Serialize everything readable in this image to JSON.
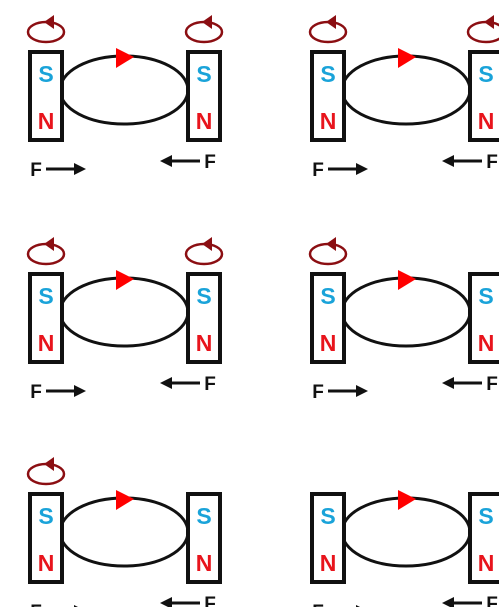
{
  "colors": {
    "line": "#111111",
    "south_pole": "#1aa3d9",
    "north_pole": "#e8141c",
    "rotation_arrow": "#8b0e12",
    "current_arrow": "#ff0000",
    "background": "#ffffff"
  },
  "labels": {
    "south": "S",
    "north": "N",
    "force": "F"
  },
  "icons": {
    "rotation": "curved-rotation-arrow",
    "current": "triangle-arrowhead",
    "force": "straight-arrow"
  },
  "panels": [
    {
      "rotation_left": true,
      "rotation_right": true
    },
    {
      "rotation_left": true,
      "rotation_right": true
    },
    {
      "rotation_left": true,
      "rotation_right": true
    },
    {
      "rotation_left": true,
      "rotation_right": false
    },
    {
      "rotation_left": true,
      "rotation_right": false
    },
    {
      "rotation_left": false,
      "rotation_right": false
    }
  ]
}
